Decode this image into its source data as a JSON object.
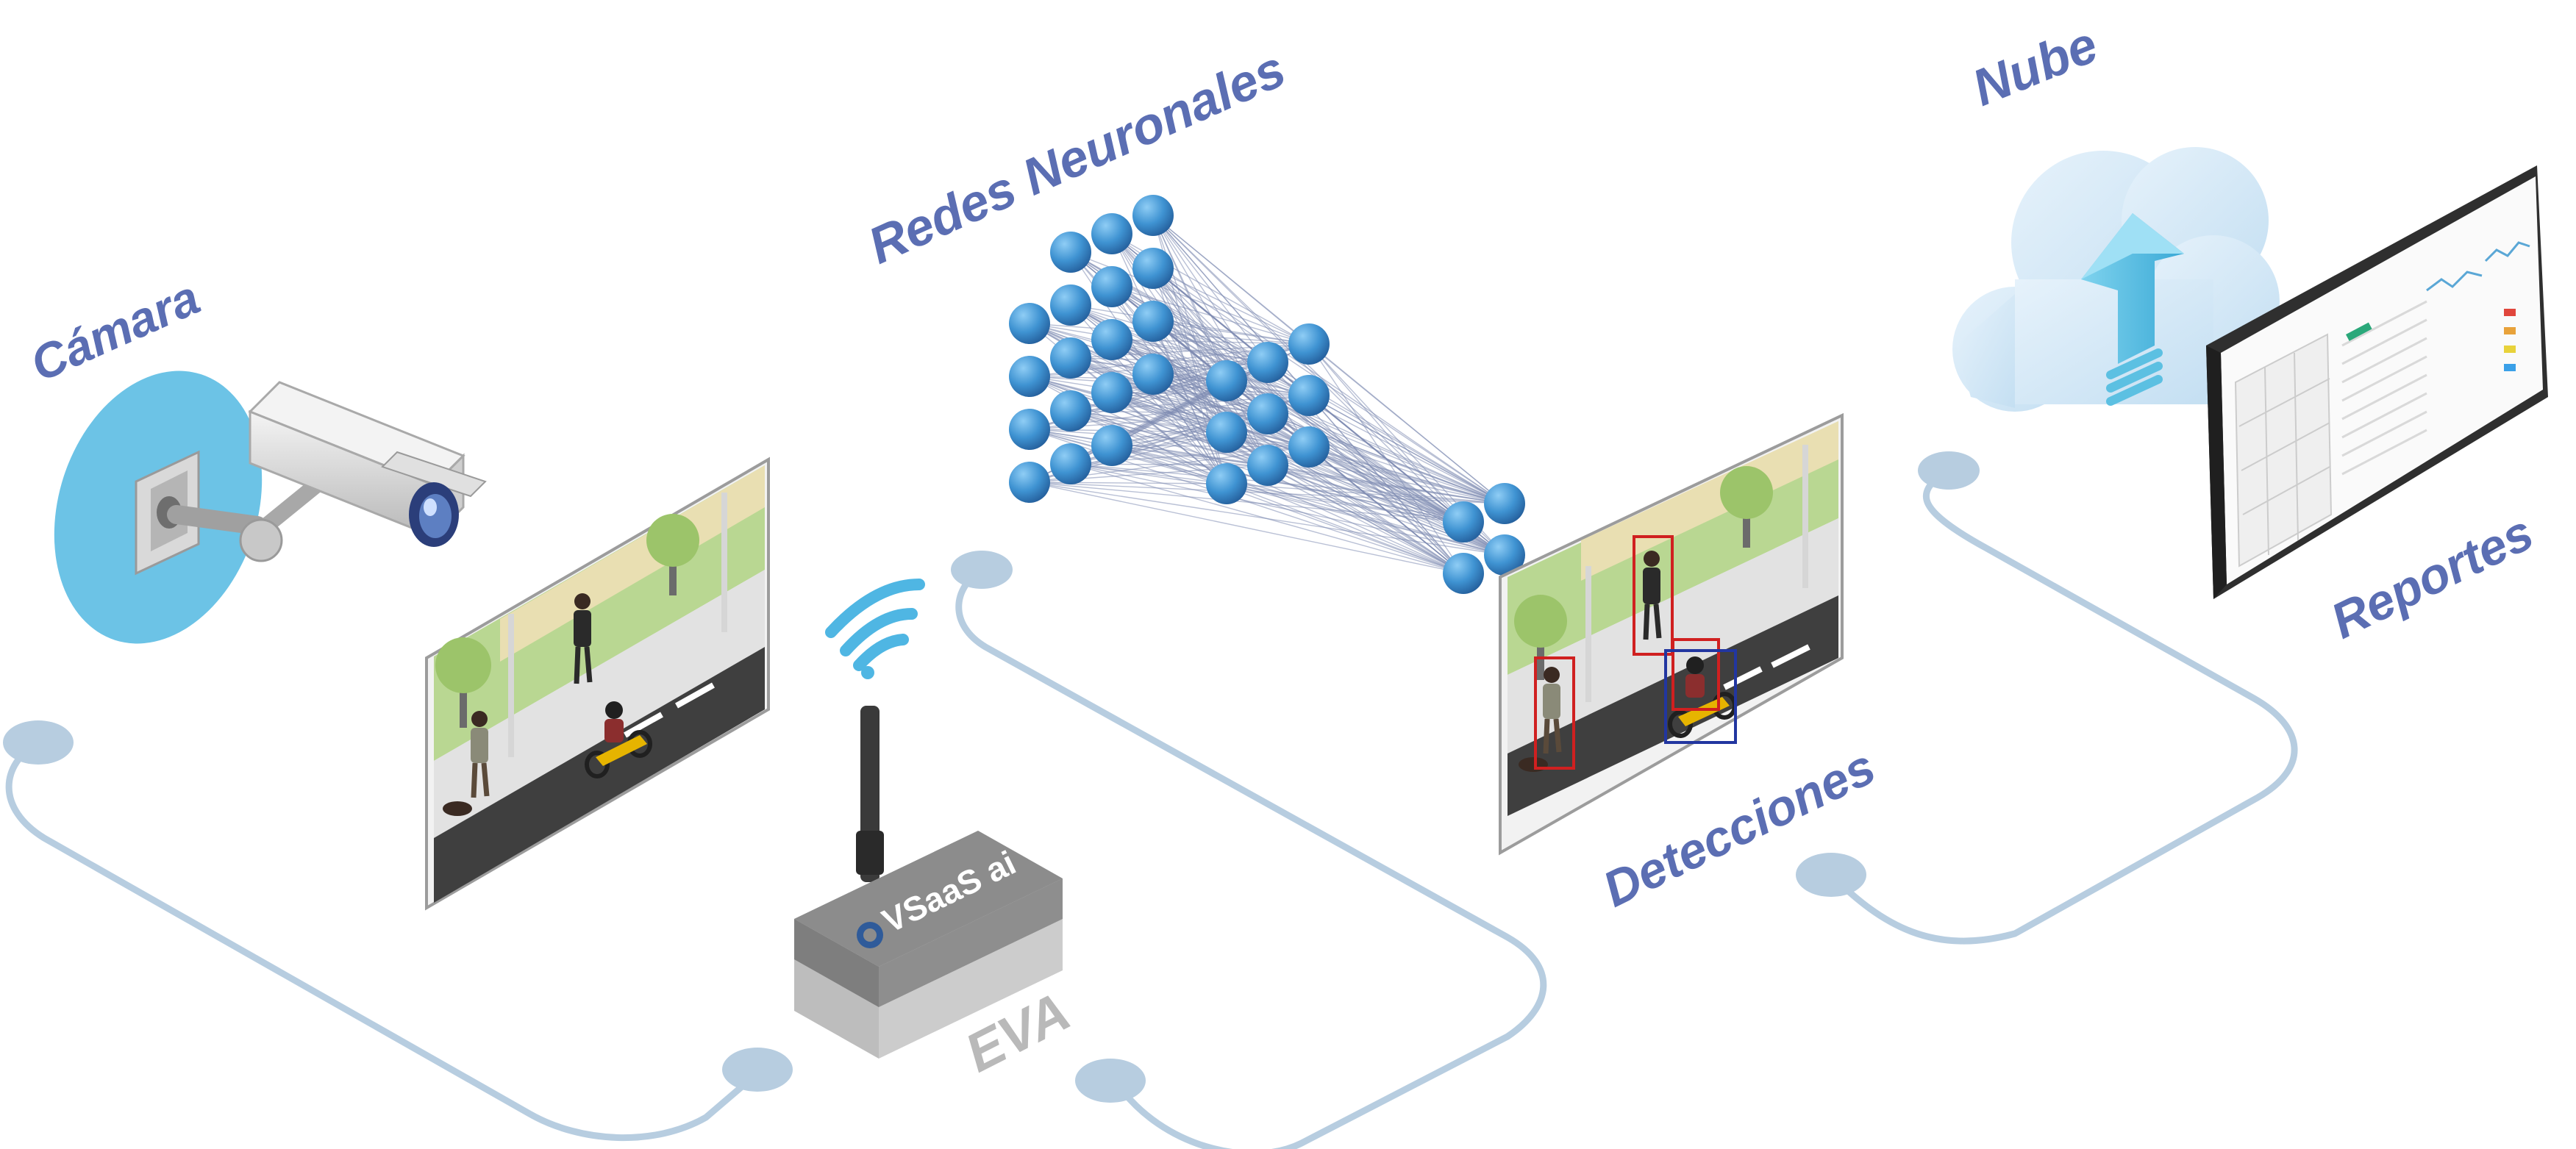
{
  "labels": {
    "camera": "Cámara",
    "neural": "Redes Neuronales",
    "cloud": "Nube",
    "reports": "Reportes",
    "detections": "Detecciones",
    "device": "EVA",
    "device_brand": "VSaaS ai"
  },
  "colors": {
    "label_blue": "#5b6eb3",
    "connector": "#b7cde0",
    "node_blue": "#3f93d2",
    "camera_disc": "#6cc3e6",
    "cloud": "#d6e9f6",
    "arrow": "#5cc0e2",
    "eva_text": "#b9b9b9",
    "detect_red": "#d02020",
    "detect_blue": "#2236a0"
  }
}
